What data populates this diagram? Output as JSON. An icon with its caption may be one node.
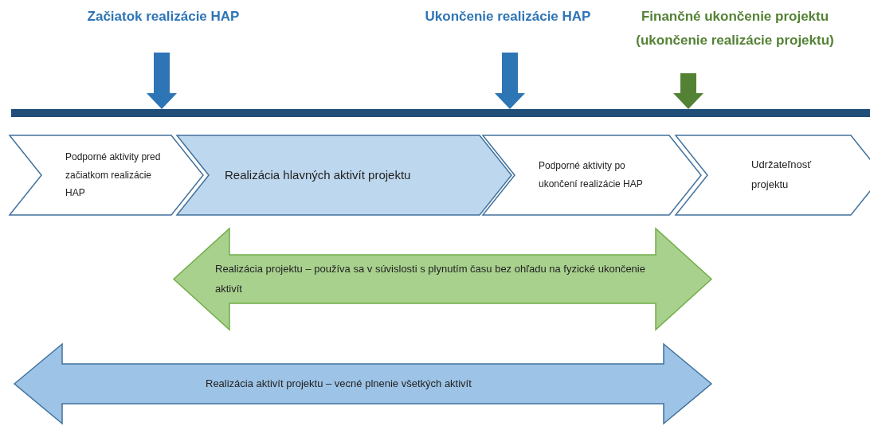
{
  "diagram": {
    "nodes": [
      {
        "text": [
          "Začiatok realizácie HAP"
        ]
      },
      {
        "text": [
          "Ukončenie realizácie HAP"
        ]
      },
      {
        "text": [
          "Finančné ukončenie projektu (ukončenie realizácie projektu)"
        ]
      },
      {
        "text": [],
        "shape": "bar"
      },
      {
        "text": [
          "Podporné aktivity pred začiatkom realizácie HAP"
        ]
      },
      {
        "text": [
          "Realizácia hlavných aktivít projektu"
        ]
      },
      {
        "text": [
          "Podporné aktivity po ukončení realizácie HAP"
        ]
      },
      {
        "text": [
          "Udržateľnosť projektu"
        ]
      },
      {
        "text": [
          "Realizácia projektu – používa sa v súvislosti s plynutím času bez ohľadu na fyzické ukončenie aktivít"
        ]
      },
      {
        "text": [
          "Realizácia aktivít projektu – vecné plnenie všetkých aktivít"
        ]
      }
    ],
    "edges": [
      {
        "from": 0,
        "to": 3,
        "arrow": "to",
        "style": "thick"
      },
      {
        "from": 1,
        "to": 3,
        "arrow": "to",
        "style": "thick"
      },
      {
        "from": 2,
        "to": 3,
        "arrow": "to",
        "style": "thick",
        "color": "#548235"
      }
    ]
  }
}
